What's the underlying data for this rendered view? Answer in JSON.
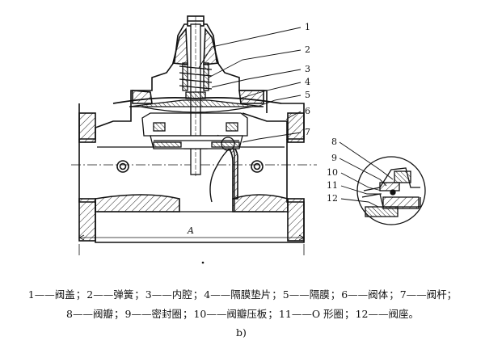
{
  "callouts": [
    "1",
    "2",
    "3",
    "4",
    "5",
    "6",
    "7",
    "8",
    "9",
    "10",
    "11",
    "12"
  ],
  "section_mark": "A",
  "legend": {
    "line1": [
      {
        "num": "1",
        "dash": "——",
        "text": "阀盖"
      },
      {
        "num": "2",
        "dash": "——",
        "text": "弹簧"
      },
      {
        "num": "3",
        "dash": "——",
        "text": "内腔"
      },
      {
        "num": "4",
        "dash": "——",
        "text": "隔膜垫片"
      },
      {
        "num": "5",
        "dash": "——",
        "text": "隔膜"
      },
      {
        "num": "6",
        "dash": "——",
        "text": "阀体"
      },
      {
        "num": "7",
        "dash": "——",
        "text": "阀杆"
      }
    ],
    "line2": [
      {
        "num": "8",
        "dash": "——",
        "text": "阀瓣"
      },
      {
        "num": "9",
        "dash": "——",
        "text": "密封圈"
      },
      {
        "num": "10",
        "dash": "——",
        "text": "阀瓣压板"
      },
      {
        "num": "11",
        "dash": "——",
        "text": "O 形圈"
      },
      {
        "num": "12",
        "dash": "——",
        "text": "阀座"
      }
    ],
    "sep": "；",
    "line1_end": "；",
    "line2_end": "。"
  },
  "sub_label": "b)"
}
